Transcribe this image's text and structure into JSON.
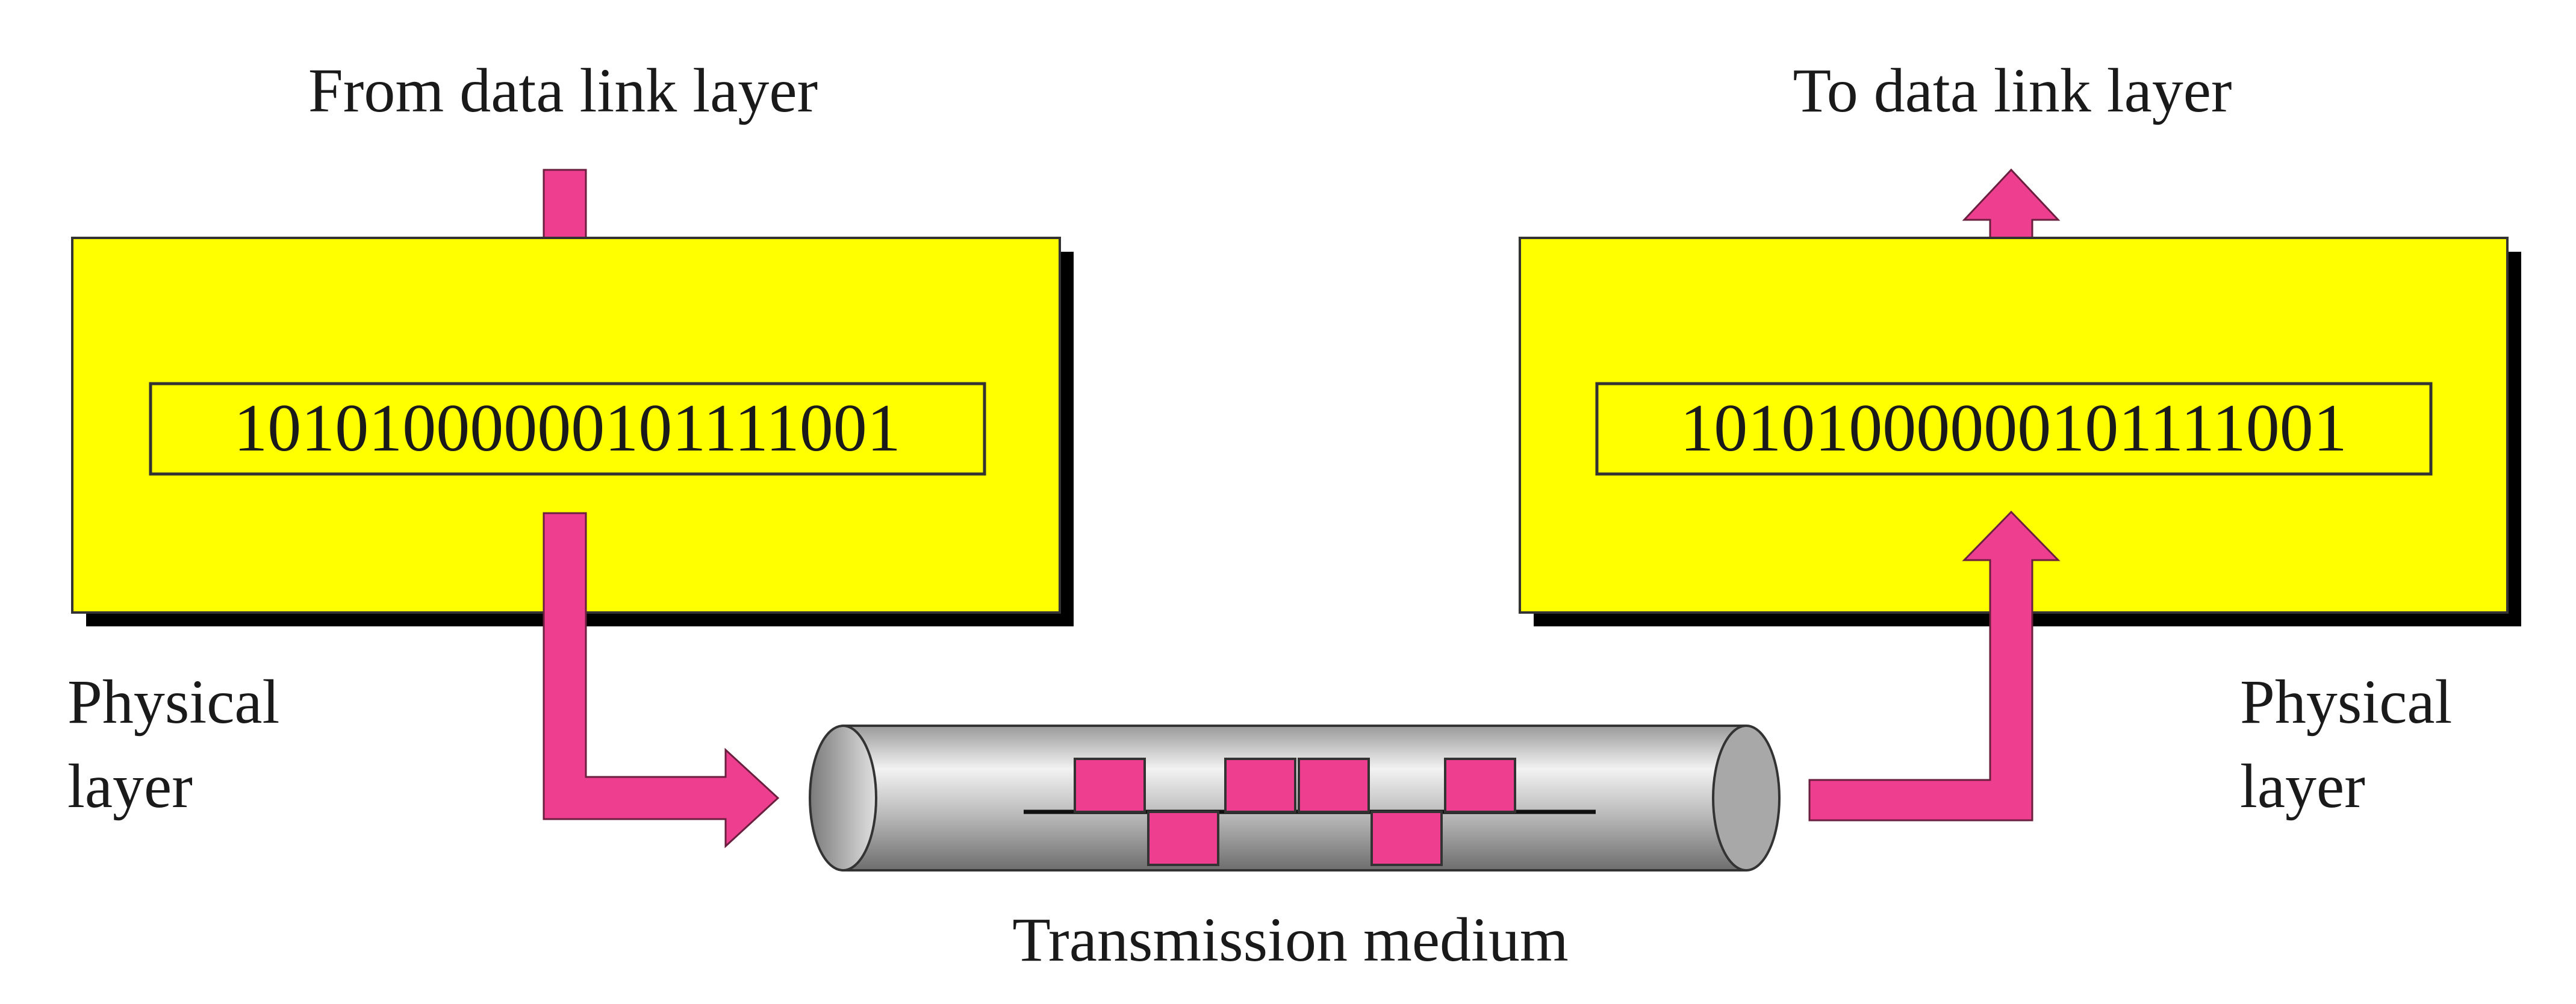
{
  "sender": {
    "top_label": "From data link layer",
    "bits": "10101000000101111001",
    "side_label_line1": "Physical",
    "side_label_line2": "layer"
  },
  "receiver": {
    "top_label": "To data link layer",
    "bits": "10101000000101111001",
    "side_label_line1": "Physical",
    "side_label_line2": "layer"
  },
  "medium": {
    "label": "Transmission medium",
    "signal_levels": [
      1,
      0,
      1,
      1,
      0,
      1
    ]
  },
  "colors": {
    "layer_box": "#ffff00",
    "arrow": "#ee3e8f",
    "shadow": "#000000",
    "cable": "#c8c8c8"
  }
}
